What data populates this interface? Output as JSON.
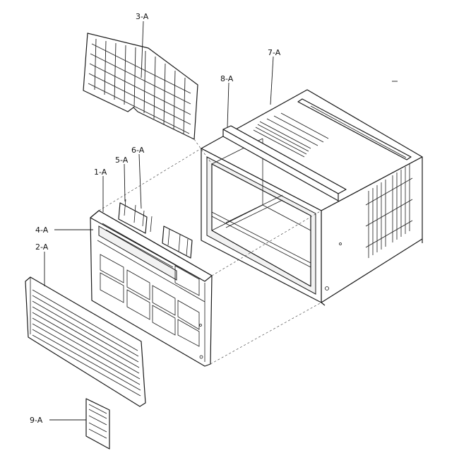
{
  "diagram": {
    "parts": [
      {
        "id": "1-A"
      },
      {
        "id": "2-A"
      },
      {
        "id": "3-A"
      },
      {
        "id": "4-A"
      },
      {
        "id": "5-A"
      },
      {
        "id": "6-A"
      },
      {
        "id": "7-A"
      },
      {
        "id": "8-A"
      },
      {
        "id": "9-A"
      }
    ]
  }
}
